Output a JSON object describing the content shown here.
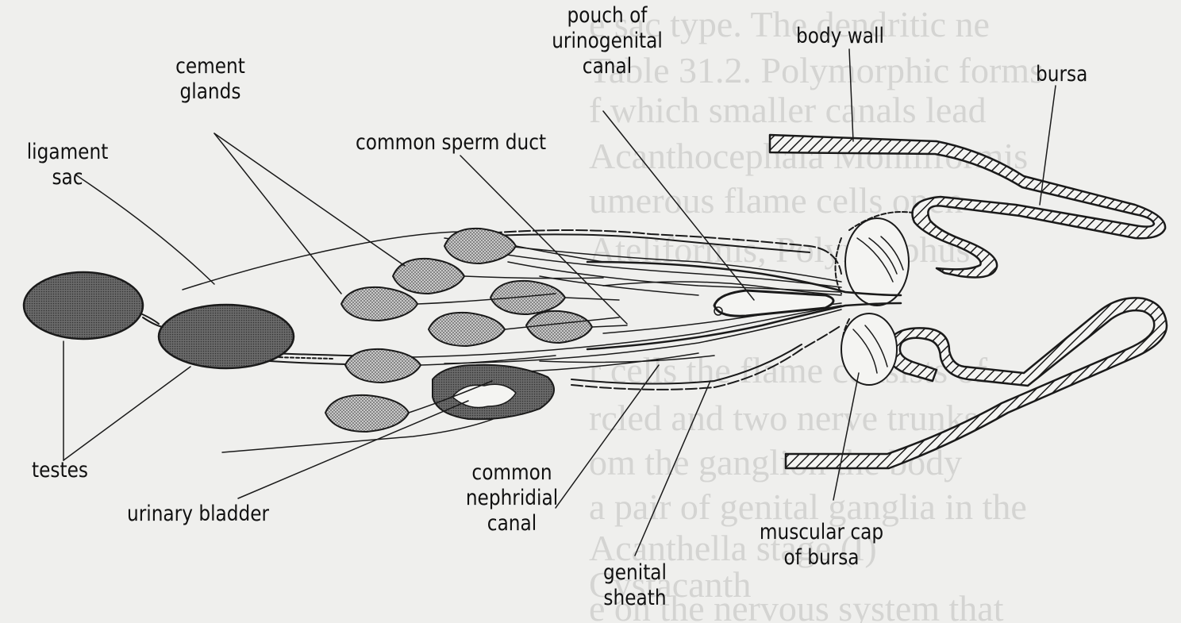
{
  "labels": {
    "cement_glands": [
      "cement",
      "glands"
    ],
    "ligament_sac": [
      "ligament",
      "sac"
    ],
    "pouch": [
      "pouch of",
      "urinogenital",
      "canal"
    ],
    "common_sperm_duct": "common sperm duct",
    "body_wall": "body wall",
    "bursa": "bursa",
    "testes": "testes",
    "urinary_bladder": "urinary bladder",
    "common_nephridial_canal": [
      "common",
      "nephridial",
      "canal"
    ],
    "genital_sheath": [
      "genital",
      "sheath"
    ],
    "muscular_cap": [
      "muscular cap",
      "of bursa"
    ]
  },
  "background_text": [
    "e sac type. The dendritic ne",
    "f which smaller canals lead",
    "r cells the flame consists of",
    "umerous flame cells open",
    "rcled and two nerve trunks",
    "om the ganglion the body",
    "a pair of genital ganglia in the",
    "e on the nervous system that",
    "Table 31.2. Polymorphic forms",
    "Acanthocephala Moniliformis",
    "Ateliformis, Polymorphus",
    "Acanthella stage (I)",
    "Cystacanth"
  ],
  "colors": {
    "ink": "#1a1a1a",
    "testis_fill": "#6a6a6a",
    "gland_fill": "#bdbdbd",
    "background": "#efefed",
    "background_text": "#d4d4d2"
  }
}
